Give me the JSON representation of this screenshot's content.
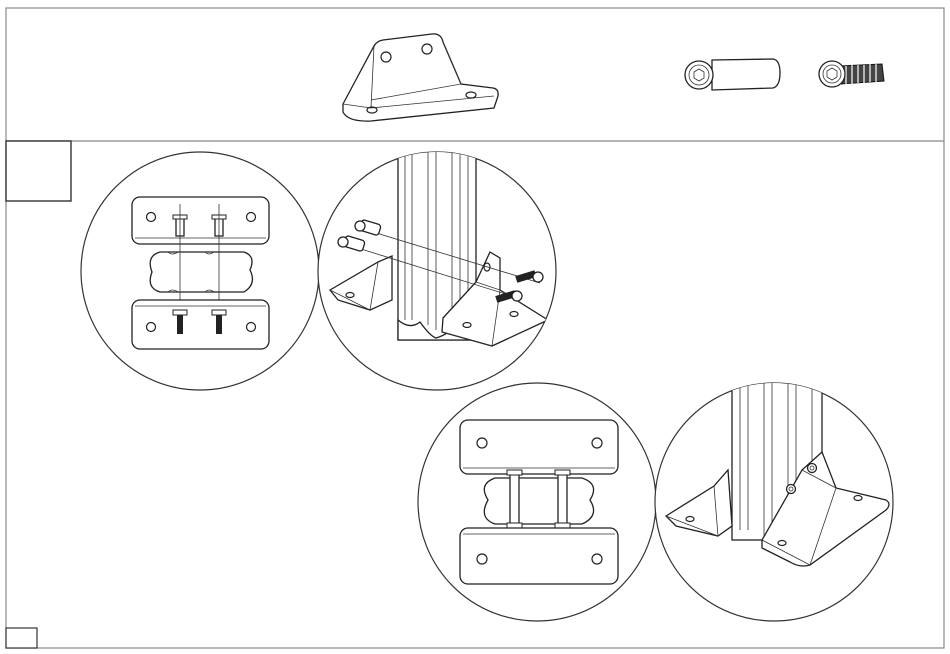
{
  "sheet": {
    "parts_header": {
      "items": [
        {
          "name": "bracket",
          "icon": "angle-bracket-icon"
        },
        {
          "name": "barrel-nut",
          "icon": "barrel-nut-icon"
        },
        {
          "name": "hex-socket-bolt",
          "icon": "hex-bolt-icon"
        }
      ]
    },
    "step_box_label": "",
    "page_number_label": "",
    "colors": {
      "line": "#222222",
      "bolt": "#111111",
      "background": "#ffffff"
    }
  }
}
